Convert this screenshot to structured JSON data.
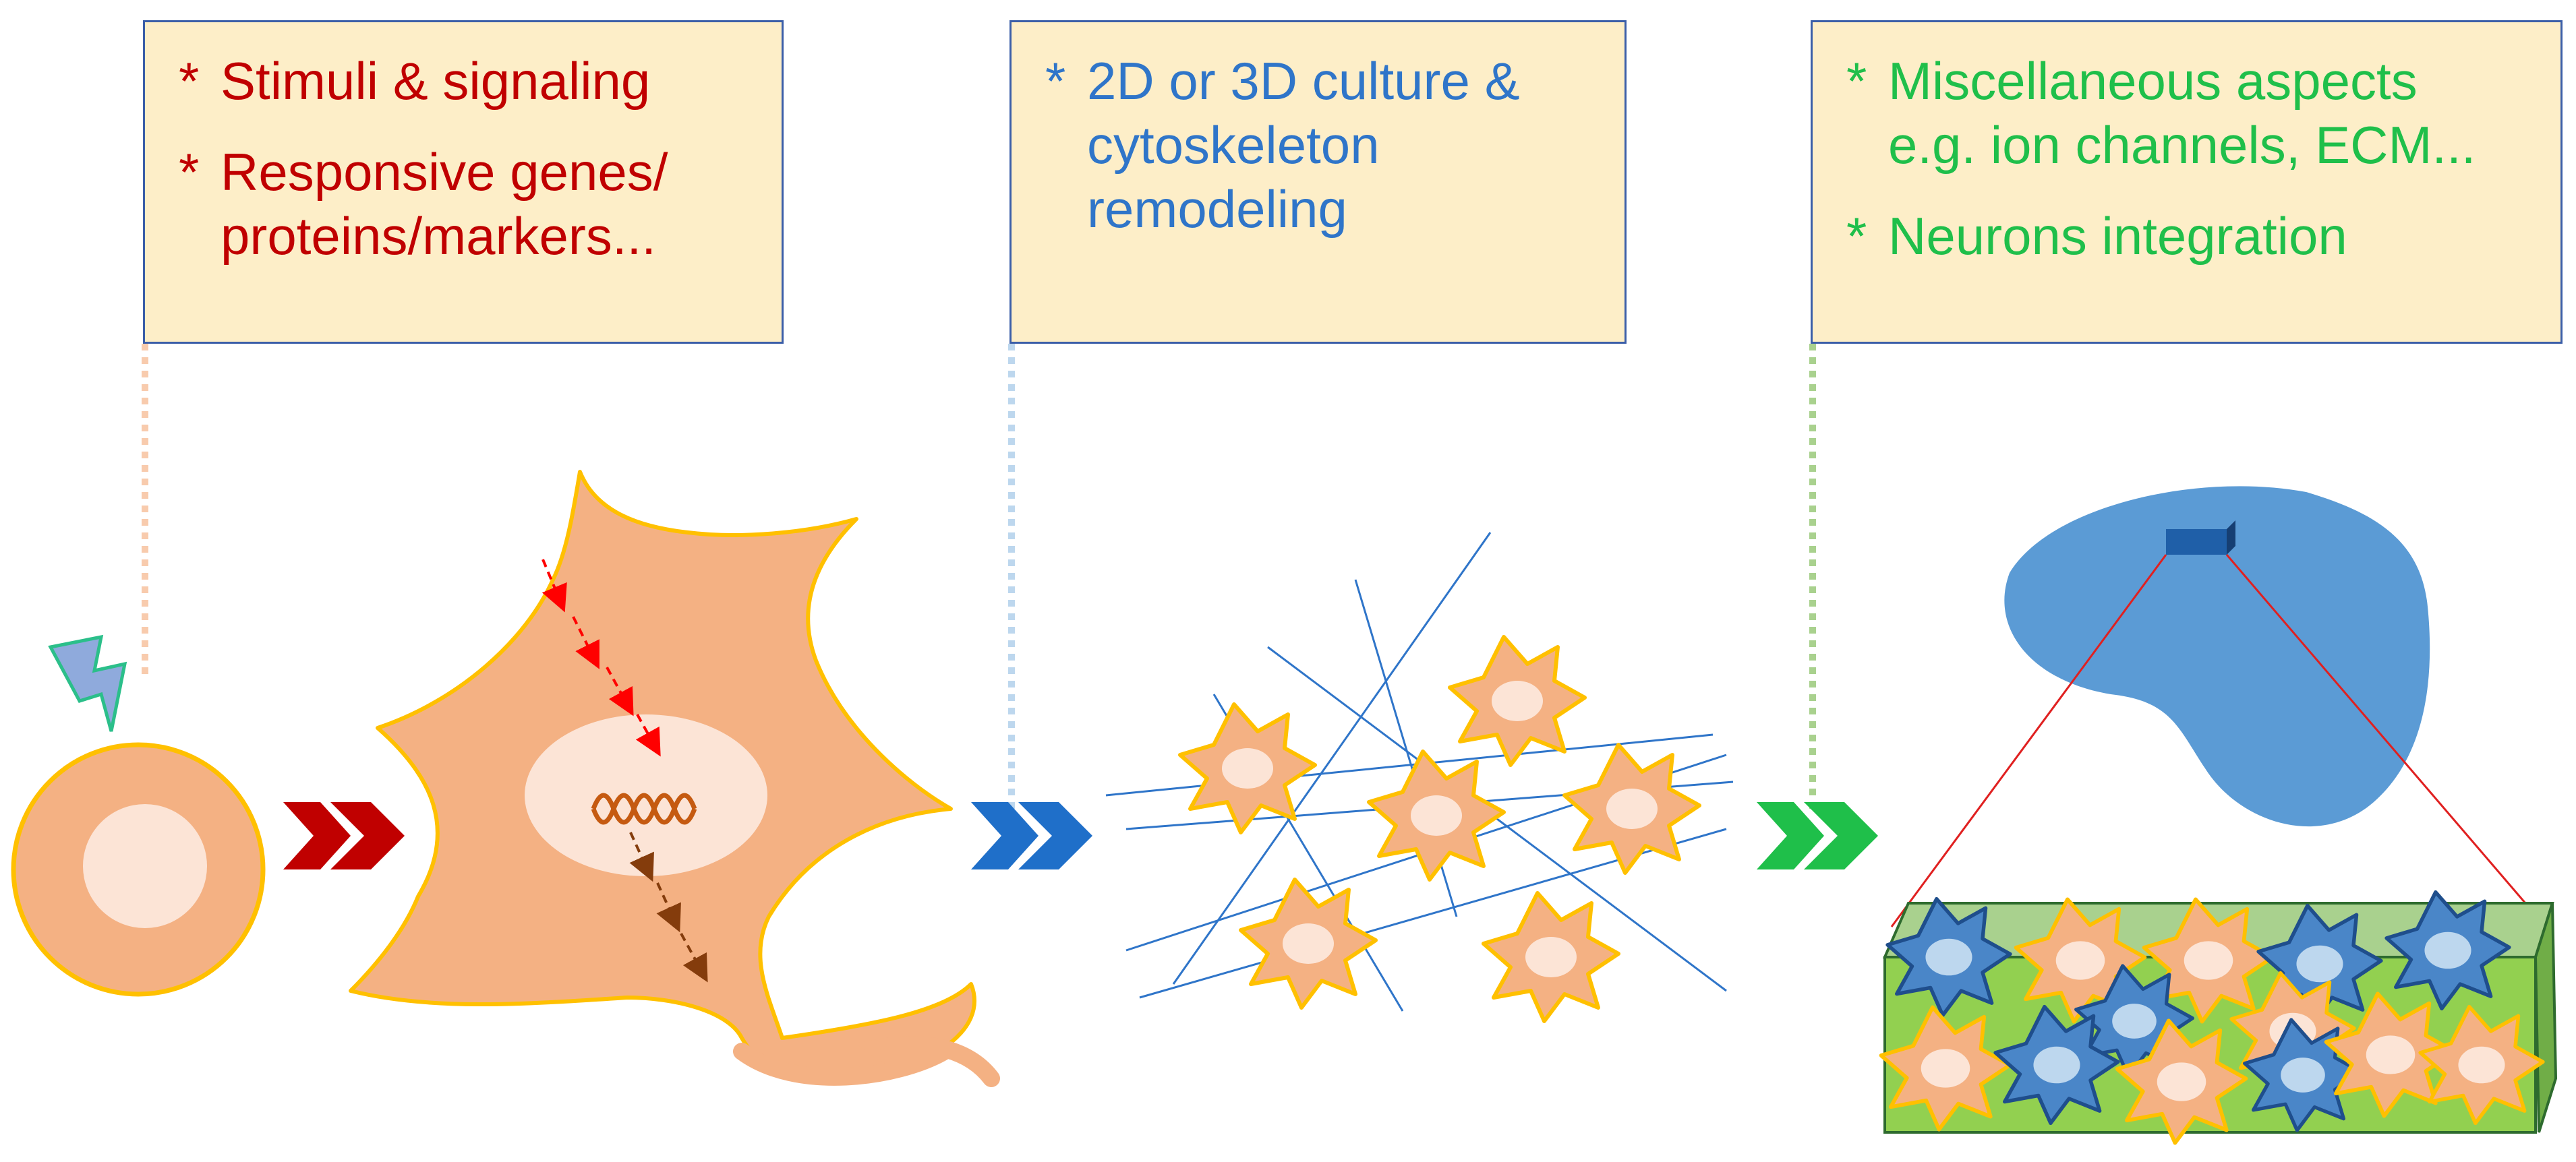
{
  "box_stimuli": {
    "item1": "Stimuli & signaling",
    "item2_line1": "Responsive genes/",
    "item2_line2": "proteins/markers..."
  },
  "box_culture": {
    "item1_line1": "2D or 3D culture &",
    "item1_line2": "cytoskeleton",
    "item1_line3": "remodeling"
  },
  "box_misc": {
    "item1_line1": "Miscellaneous aspects",
    "item1_line2": "e.g. ion channels, ECM...",
    "item2": "Neurons integration"
  },
  "bullet": "*",
  "colors": {
    "stage1": "#c00000",
    "stage2": "#2f75c9",
    "stage3": "#1fbf4a",
    "cell": "#f4b183",
    "cell_border": "#ffc000",
    "nucleus": "#fce4d6",
    "brain": "#5b9bd5",
    "matrix": "#92d050"
  }
}
